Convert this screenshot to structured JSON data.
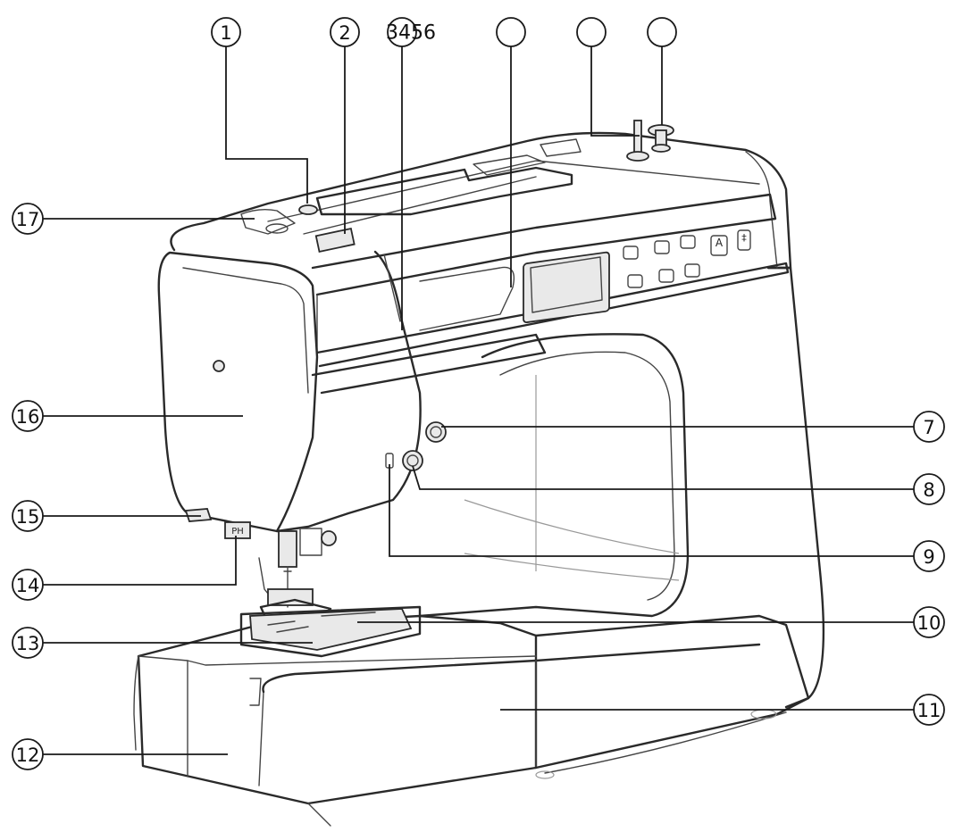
{
  "callouts": [
    {
      "id": "1",
      "label": "1"
    },
    {
      "id": "2",
      "label": "2"
    },
    {
      "id": "3456",
      "label": "3456"
    },
    {
      "id": "blank-a",
      "label": ""
    },
    {
      "id": "blank-b",
      "label": ""
    },
    {
      "id": "blank-c",
      "label": ""
    },
    {
      "id": "7",
      "label": "7"
    },
    {
      "id": "8",
      "label": "8"
    },
    {
      "id": "9",
      "label": "9"
    },
    {
      "id": "10",
      "label": "10"
    },
    {
      "id": "11",
      "label": "11"
    },
    {
      "id": "12",
      "label": "12"
    },
    {
      "id": "13",
      "label": "13"
    },
    {
      "id": "14",
      "label": "14"
    },
    {
      "id": "15",
      "label": "15"
    },
    {
      "id": "16",
      "label": "16"
    },
    {
      "id": "17",
      "label": "17"
    }
  ],
  "panel": {
    "mode_button_label": "A",
    "needle_button_label": "‡"
  },
  "needle_plate_mark": "PH"
}
